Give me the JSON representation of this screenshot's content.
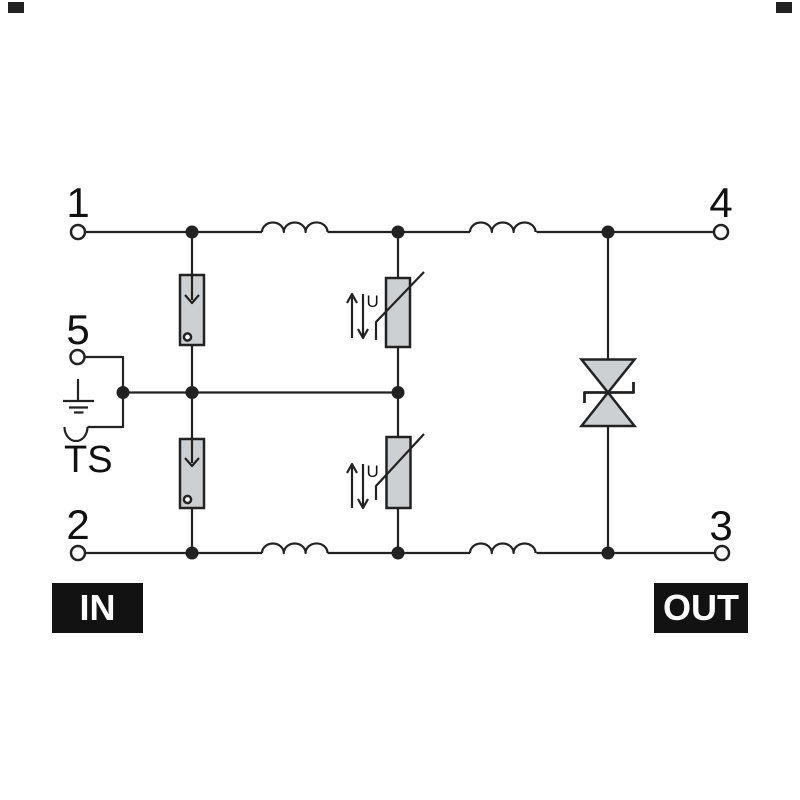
{
  "colors": {
    "background": "#ffffff",
    "wire": "#222222",
    "text": "#111111",
    "component_fill": "#cdd0d2",
    "badge_bg": "#121212",
    "badge_text": "#ffffff"
  },
  "terminals": {
    "t1": "1",
    "t2": "2",
    "t3": "3",
    "t4": "4",
    "t5": "5"
  },
  "labels": {
    "thermal_disconnect": "TS",
    "input_badge": "IN",
    "output_badge": "OUT"
  },
  "annotations": {
    "varistor_top_u": "U",
    "varistor_bottom_u": "U"
  },
  "icons": [
    "surge-arrester-icon",
    "surge-arrester-icon",
    "varistor-icon",
    "varistor-icon",
    "suppressor-diode-icon",
    "inductor-icon",
    "inductor-icon",
    "inductor-icon",
    "inductor-icon",
    "earth-ground-icon",
    "disconnect-arc-icon"
  ]
}
